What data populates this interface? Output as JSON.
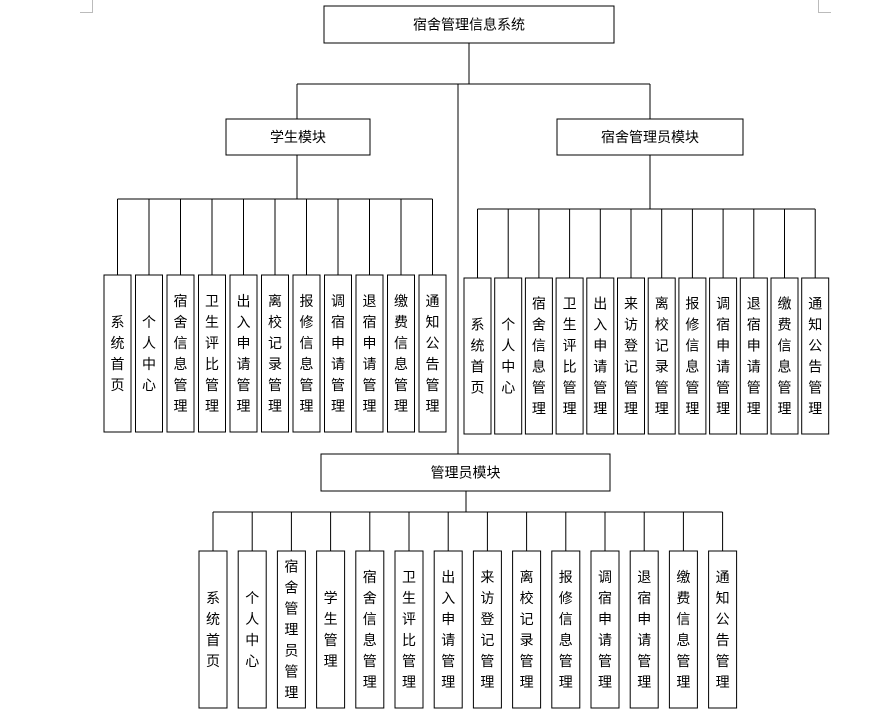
{
  "root": {
    "label": "宿舍管理信息系统"
  },
  "modules": [
    {
      "id": "student",
      "label": "学生模块",
      "items": [
        "系统首页",
        "个人中心",
        "宿舍信息管理",
        "卫生评比管理",
        "出入申请管理",
        "离校记录管理",
        "报修信息管理",
        "调宿申请管理",
        "退宿申请管理",
        "缴费信息管理",
        "通知公告管理"
      ]
    },
    {
      "id": "dorm-manager",
      "label": "宿舍管理员模块",
      "items": [
        "系统首页",
        "个人中心",
        "宿舍信息管理",
        "卫生评比管理",
        "出入申请管理",
        "来访登记管理",
        "离校记录管理",
        "报修信息管理",
        "调宿申请管理",
        "退宿申请管理",
        "缴费信息管理",
        "通知公告管理"
      ]
    },
    {
      "id": "admin",
      "label": "管理员模块",
      "items": [
        "系统首页",
        "个人中心",
        "宿舍管理员管理",
        "学生管理",
        "宿舍信息管理",
        "卫生评比管理",
        "出入申请管理",
        "来访登记管理",
        "离校记录管理",
        "报修信息管理",
        "调宿申请管理",
        "退宿申请管理",
        "缴费信息管理",
        "通知公告管理"
      ]
    }
  ]
}
